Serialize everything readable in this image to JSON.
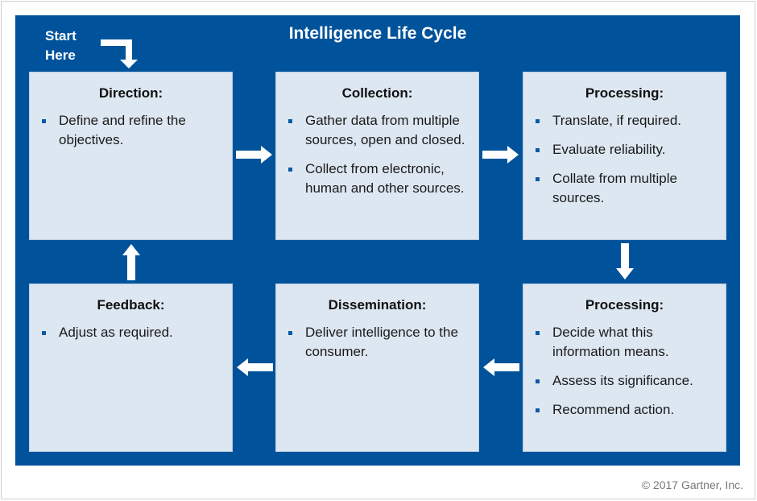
{
  "diagram": {
    "title": "Intelligence Life Cycle",
    "start_label_line1": "Start",
    "start_label_line2": "Here",
    "colors": {
      "background": "#00539b",
      "box_fill": "#dde7f1",
      "bullet": "#0b5aa6",
      "arrow": "#ffffff"
    },
    "steps": [
      {
        "title": "Direction:",
        "bullets": [
          "Define and refine the objectives."
        ]
      },
      {
        "title": "Collection:",
        "bullets": [
          "Gather data from multiple sources, open and closed.",
          "Collect from electronic, human and other sources."
        ]
      },
      {
        "title": "Processing:",
        "bullets": [
          "Translate, if required.",
          "Evaluate reliability.",
          "Collate from multiple sources."
        ]
      },
      {
        "title": "Processing:",
        "bullets": [
          "Decide what this information means.",
          "Assess its significance.",
          "Recommend action."
        ]
      },
      {
        "title": "Dissemination:",
        "bullets": [
          "Deliver intelligence to the consumer."
        ]
      },
      {
        "title": "Feedback:",
        "bullets": [
          "Adjust as required."
        ]
      }
    ],
    "flow": [
      "Direction",
      "Collection",
      "Processing",
      "Processing",
      "Dissemination",
      "Feedback",
      "Direction"
    ]
  },
  "footer": {
    "copyright": "© 2017 Gartner, Inc."
  }
}
